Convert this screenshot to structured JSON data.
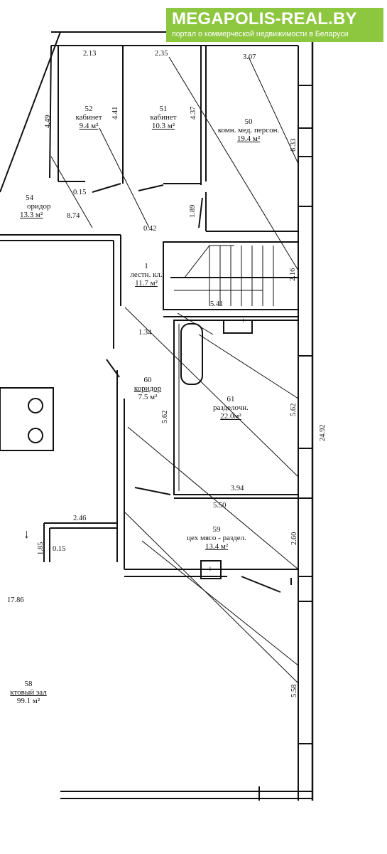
{
  "banner": {
    "title": "MEGAPOLIS-REAL.BY",
    "subtitle": "портал о коммерческой недвижимости в Беларуси"
  },
  "rooms": [
    {
      "id": "52",
      "name": "кабинет",
      "area": "9.4 м²"
    },
    {
      "id": "51",
      "name": "кабинет",
      "area": "10.3 м²"
    },
    {
      "id": "50",
      "name": "комн. мед. персон.",
      "area": "19.4 м²"
    },
    {
      "id": "54",
      "name": "оридор",
      "area": "13.3 м²"
    },
    {
      "id": "1",
      "name": "лестн. кл.",
      "area": "11.7 м²"
    },
    {
      "id": "60",
      "name": "коридор",
      "area": "7.5 м²"
    },
    {
      "id": "61",
      "name": "разделочн.",
      "area": "22.0м²"
    },
    {
      "id": "59",
      "name": "цех мясо - раздел.",
      "area": "13.4 м²"
    },
    {
      "id": "58",
      "name": "ктовый зал",
      "area": "99.1 м²"
    }
  ],
  "dimensions": {
    "d213": "2.13",
    "d235": "2.35",
    "d307": "3.07",
    "d449": "4.49",
    "d441": "4.41",
    "d437": "4.37",
    "d633": "6.33",
    "d015a": "0.15",
    "d874": "8.74",
    "d189": "1.89",
    "d042": "0.42",
    "d216": "2.16",
    "d541": "5.41",
    "d134": "1.34",
    "d562a": "5.62",
    "d562b": "5.62",
    "d2492": "24.92",
    "d394": "3.94",
    "d550": "5.50",
    "d246": "2.46",
    "d185": "1.85",
    "d015b": "0.15",
    "d260": "2.60",
    "d1786": "17.86",
    "d558": "5.58"
  },
  "symbols": {
    "plus1": "+",
    "plus2": "+",
    "arrow": "↓"
  }
}
